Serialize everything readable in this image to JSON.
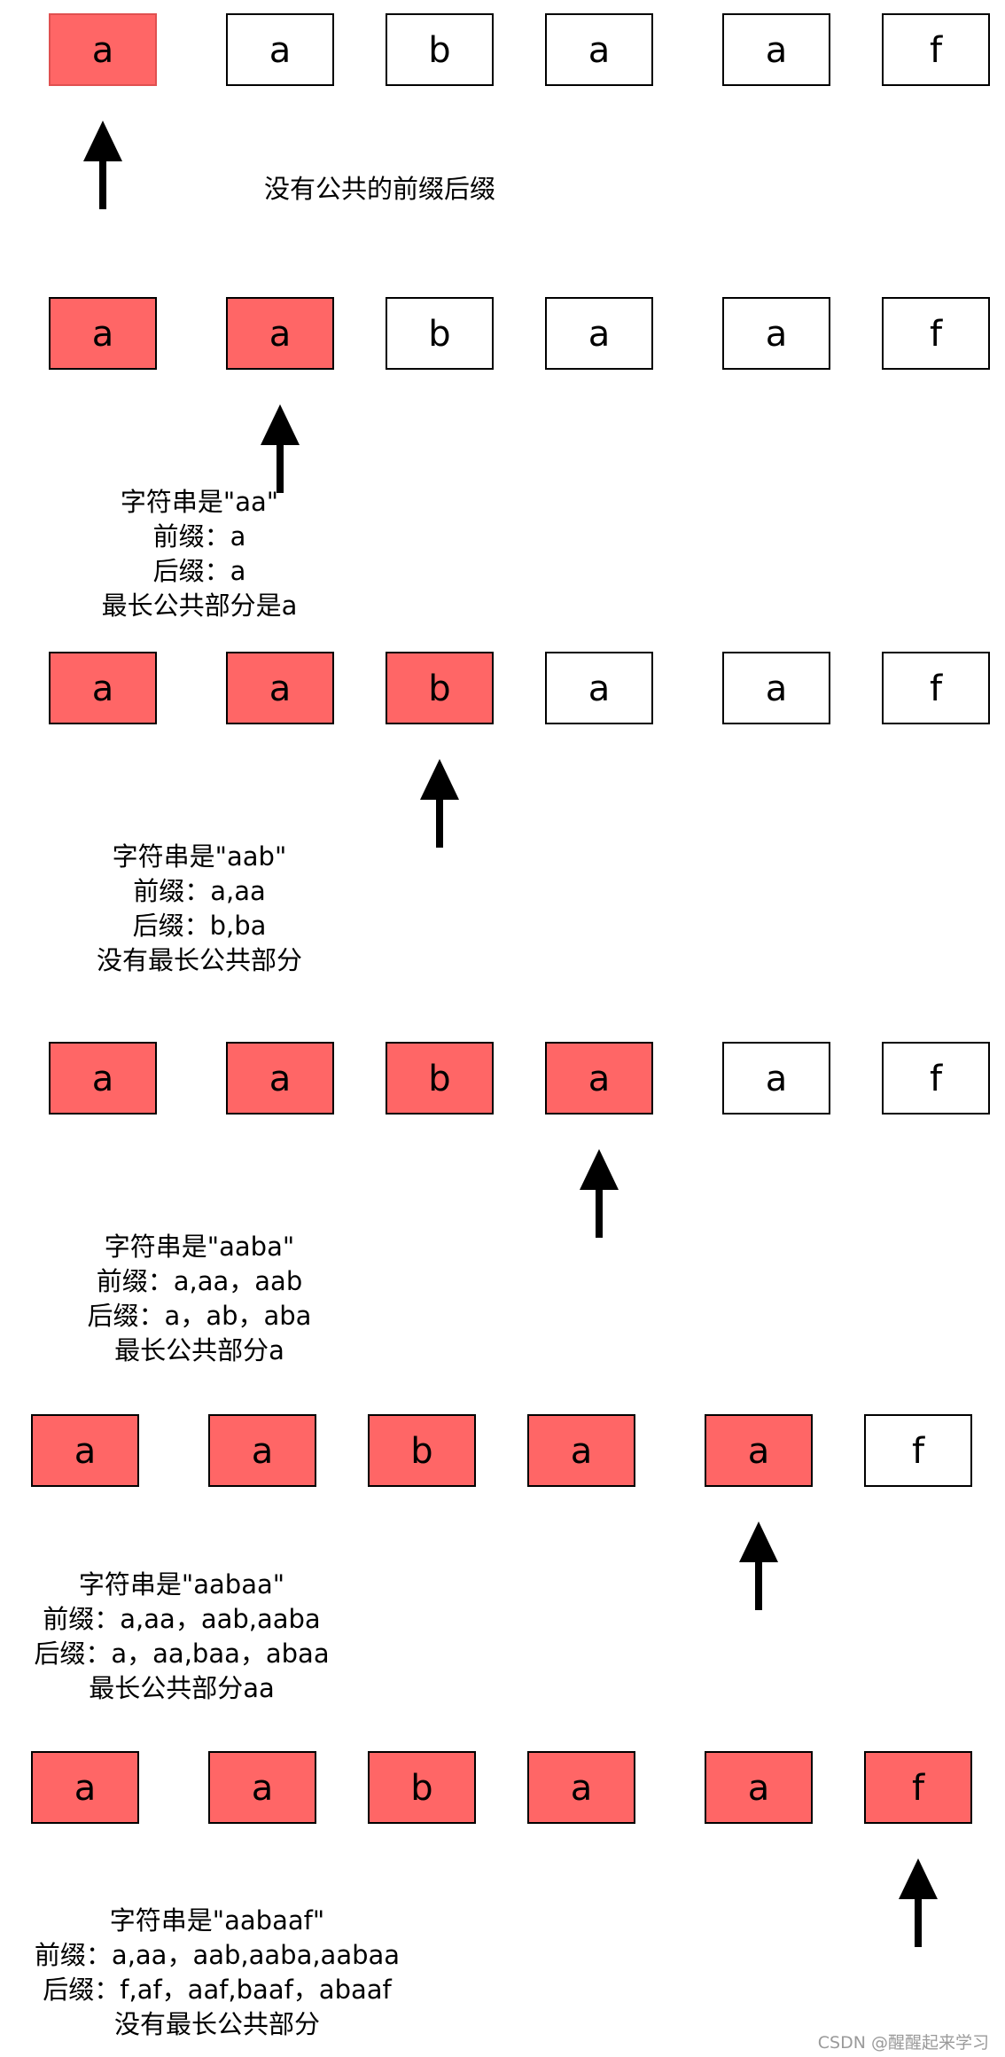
{
  "colors": {
    "highlight_fill": "#ff6666",
    "highlight_stroke_first": "#e05050",
    "normal_fill": "#ffffff",
    "stroke": "#000000",
    "arrow": "#000000"
  },
  "icons": {
    "pointer": "arrow-up-icon"
  },
  "string_letters": [
    "a",
    "a",
    "b",
    "a",
    "a",
    "f"
  ],
  "steps": [
    {
      "highlighted_count": 1,
      "pointer_index": 0,
      "annotation": [
        "没有公共的前缀后缀"
      ]
    },
    {
      "highlighted_count": 2,
      "pointer_index": 1,
      "annotation": [
        "字符串是\"aa\"",
        "前缀：a",
        "后缀：a",
        "最长公共部分是a"
      ]
    },
    {
      "highlighted_count": 3,
      "pointer_index": 2,
      "annotation": [
        "字符串是\"aab\"",
        "前缀：a,aa",
        "后缀：b,ba",
        "没有最长公共部分"
      ]
    },
    {
      "highlighted_count": 4,
      "pointer_index": 3,
      "annotation": [
        "字符串是\"aaba\"",
        "前缀：a,aa，aab",
        "后缀：a，ab，aba",
        "最长公共部分a"
      ]
    },
    {
      "highlighted_count": 5,
      "pointer_index": 4,
      "annotation": [
        "字符串是\"aabaa\"",
        "前缀：a,aa，aab,aaba",
        "后缀：a，aa,baa，abaa",
        "最长公共部分aa"
      ]
    },
    {
      "highlighted_count": 6,
      "pointer_index": 5,
      "annotation": [
        "字符串是\"aabaaf\"",
        "前缀：a,aa，aab,aaba,aabaa",
        "后缀：f,af，aaf,baaf，abaaf",
        "没有最长公共部分"
      ]
    }
  ],
  "watermark": "CSDN @醒醒起来学习"
}
